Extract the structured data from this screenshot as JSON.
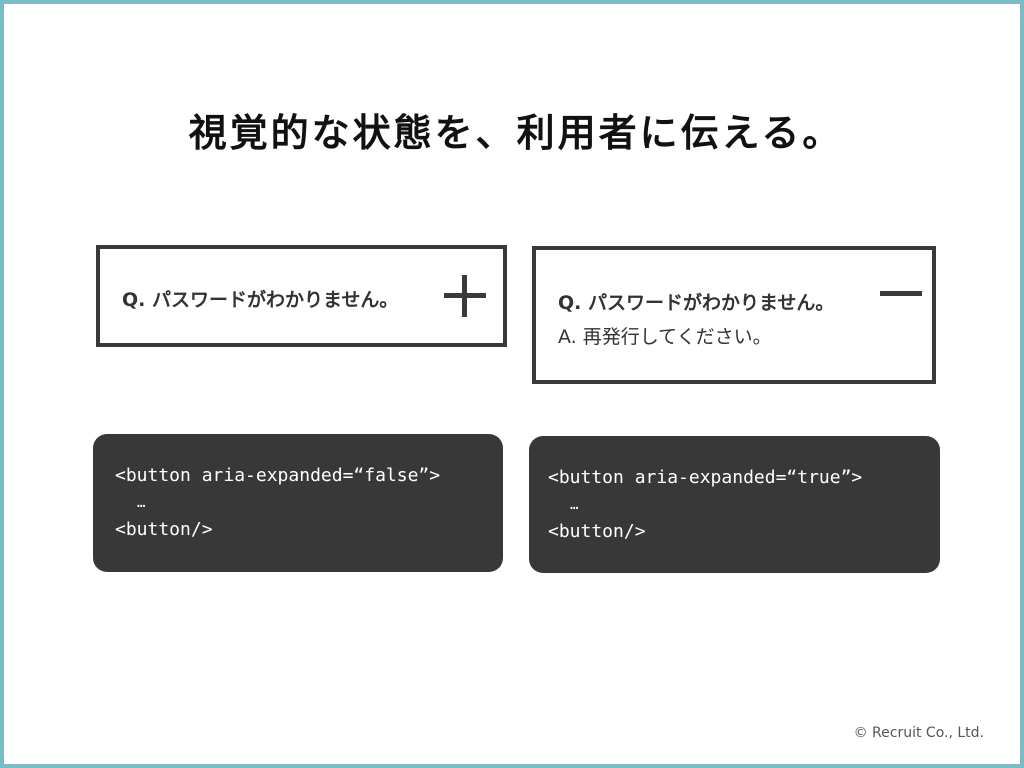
{
  "slide": {
    "title": "視覚的な状態を、利用者に伝える。",
    "frame_color": "#79bcc6",
    "footer": "© Recruit Co., Ltd."
  },
  "collapsed_example": {
    "question": "Q. パスワードがわかりません。",
    "icon": "plus-icon",
    "code": {
      "open_tag": "<button aria-expanded=“false”>",
      "ellipsis": "…",
      "close_tag": "<button/>"
    }
  },
  "expanded_example": {
    "question": "Q. パスワードがわかりません。",
    "answer": "A. 再発行してください。",
    "icon": "minus-icon",
    "code": {
      "open_tag": "<button aria-expanded=“true”>",
      "ellipsis": "…",
      "close_tag": "<button/>"
    }
  },
  "colors": {
    "border": "#3a3a3a",
    "code_bg": "#383838",
    "text": "#333333"
  }
}
